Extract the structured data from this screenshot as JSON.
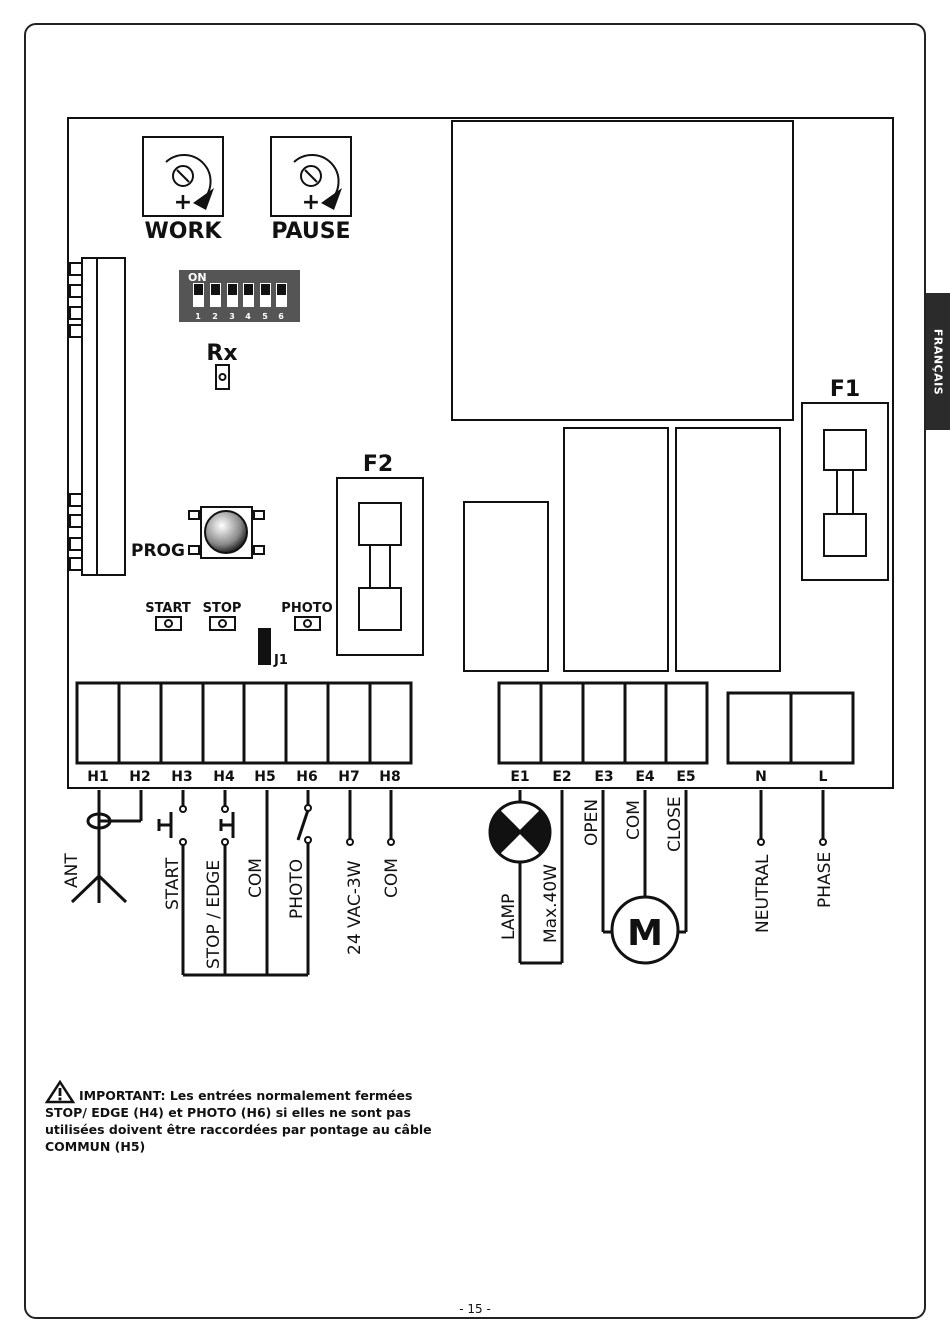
{
  "language_tab": "FRANÇAIS",
  "board": {
    "trimmers": [
      "WORK",
      "PAUSE"
    ],
    "trimmer_plus": "+",
    "dip_switch": {
      "on_label": "ON",
      "numbers": [
        "1",
        "2",
        "3",
        "4",
        "5",
        "6"
      ]
    },
    "rx_label": "Rx",
    "prog_label": "PROG",
    "leds": [
      "START",
      "STOP",
      "PHOTO"
    ],
    "jumper": "J1",
    "fuses": [
      "F1",
      "F2"
    ]
  },
  "terminals": {
    "h": [
      "H1",
      "H2",
      "H3",
      "H4",
      "H5",
      "H6",
      "H7",
      "H8"
    ],
    "e": [
      "E1",
      "E2",
      "E3",
      "E4",
      "E5"
    ],
    "power": [
      "N",
      "L"
    ]
  },
  "wiring": {
    "ant": "ANT",
    "start": "START",
    "stop_edge": "STOP / EDGE",
    "com1": "COM",
    "photo": "PHOTO",
    "vac": "24 VAC-3W",
    "com2": "COM",
    "lamp": "LAMP",
    "lamp_max": "Max.40W",
    "open": "OPEN",
    "motor_com": "COM",
    "close": "CLOSE",
    "motor": "M",
    "neutral": "NEUTRAL",
    "phase": "PHASE"
  },
  "notice": {
    "title": "IMPORTANT:",
    "text": "Les entrées normalement fermées STOP/ EDGE (H4) et PHOTO (H6) si elles ne sont pas utilisées doivent être raccordées par pontage au câble COMMUN (H5)"
  },
  "page_number": "- 15 -"
}
